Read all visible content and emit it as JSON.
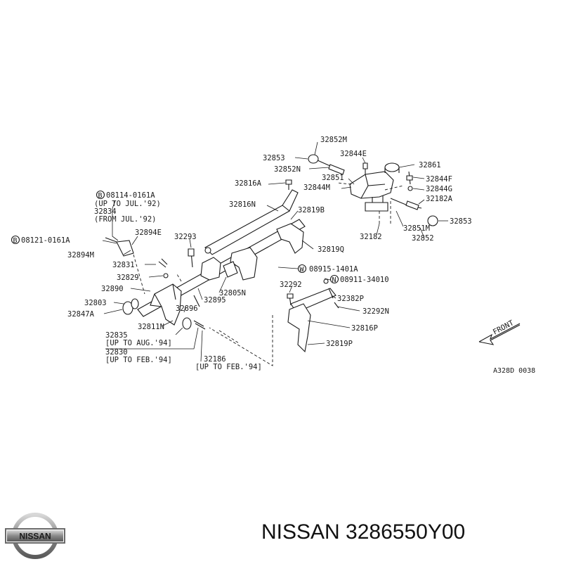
{
  "diagram": {
    "code": "A328D 0038",
    "front_label": "FRONT",
    "parts": {
      "p32852M": "32852M",
      "p32853a": "32853",
      "p32844E": "32844E",
      "p32861": "32861",
      "p32852N": "32852N",
      "p32851": "32851",
      "p32844F": "32844F",
      "p32816A": "32816A",
      "p32844M": "32844M",
      "p32844G": "32844G",
      "p32182A": "32182A",
      "b08114": "08114-0161A",
      "b08114_note": "(UP TO JUL.'92)",
      "p32834": "32834",
      "p32834_note": "(FROM JUL.'92)",
      "p32816N": "32816N",
      "p32819B": "32819B",
      "p32853b": "32853",
      "p32851M": "32851M",
      "p32182": "32182",
      "p32852": "32852",
      "b08121": "08121-0161A",
      "p32894E": "32894E",
      "p32293": "32293",
      "p32894M": "32894M",
      "p32819Q": "32819Q",
      "p32831": "32831",
      "w08915": "08915-1401A",
      "p32829": "32829",
      "n08911": "08911-34010",
      "p32292": "32292",
      "p32890": "32890",
      "p32805N": "32805N",
      "p32382P": "32382P",
      "p32895": "32895",
      "p32803": "32803",
      "p32896": "32896",
      "p32292N": "32292N",
      "p32847A": "32847A",
      "p32811N": "32811N",
      "p32816P": "32816P",
      "p32835": "32835",
      "p32835_note": "[UP TO AUG.'94]",
      "p32819P": "32819P",
      "p32830": "32830",
      "p32830_note": "[UP TO FEB.'94]",
      "p32186": "32186",
      "p32186_note": "[UP TO FEB.'94]"
    },
    "marker_letters": {
      "b": "B",
      "w": "W",
      "n": "N"
    }
  },
  "brand": {
    "logo_text": "NISSAN",
    "caption": "NISSAN 3286550Y00"
  }
}
